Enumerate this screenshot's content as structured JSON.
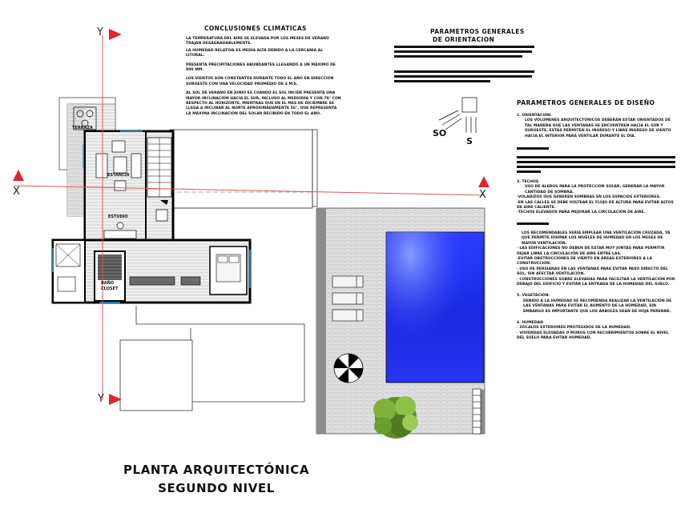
{
  "title": {
    "line1": "PLANTA ARQUITECTÓNICA",
    "line2": "SEGUNDO NIVEL"
  },
  "axes": {
    "y_top": "Y",
    "y_bottom": "Y",
    "x_left": "X",
    "x_right": "X"
  },
  "rooms": {
    "terraza": "TERRAZA",
    "estancia": "ESTANCIA",
    "estudio": "ESTUDIO",
    "closet": "CLOSET",
    "baño": "BAÑO"
  },
  "compass": {
    "so": "SO",
    "s": "S"
  },
  "climate": {
    "heading": "CONCLUSIONES CLIMÁTICAS",
    "p1": "LA TEMPERATURA DEL AIRE SE ELEVADA POR LOS MESES DE VERANO TRAJAN DESAGRADABLEMENTE.",
    "p2": "LA HUMEDAD RELATIVA ES MEDIA ALTA DEBIDO A LA CERCANIA AL LITORAL.",
    "p3": "PRESENTA PRECIPITACIONES ABUNDANTES LLEGANDO A UN MÁXIMO DE 900 MM.",
    "p4": "LOS VIENTOS SON CONSTANTES DURANTE TODO EL AÑO EN DIRECCIÓN SUROESTE CON UNA VELOCIDAD PROMEDIO DE 4 M/S.",
    "p5": "AL SOL DE VERANO EN JUNIO ES CUANDO EL SOL INCIDE PRESENTA UNA MAYOR INCLINACIÓN HACIA EL SUR, INCLUSO AL MEDIODÍA Y CON 79° CON RESPECTO AL HORIZONTE, MIENTRAS QUE EN EL MES DE DICIEMBRE SE LLEGA A INCLINAR AL NORTE APROXIMADAMENTE 56°, QUE REPRESENTA LA MÁXIMA INCLINACIÓN DEL SOLAR RECIBIDO EN TODO EL AÑO."
  },
  "orientation": {
    "heading1": "PARAMETROS GENERALES",
    "heading2": "DE ORIENTACION"
  },
  "design": {
    "heading": "PARAMETROS GENERALES DE DISEÑO",
    "s1_title": "1.    ORIENTACIÓN:",
    "s1_body": "LOS VOLÚMENES ARQUITECTÓNICOS DEBERÁN ESTAR ORIENTADOS DE TAL MANERA QUE LAS VENTANAS SE ENCUENTREN HACIA EL SUR Y SUROESTE, ESTAS PERMITEN EL INGRESO Y LIBRE INGRESO DE VIENTO HACIA EL INTERIOR PARA VENTILAR DURANTE EL DÍA.",
    "s3_title": "3.    TECHOS",
    "s3_body1": "USO DE ALEROS PARA LA PROTECCIÓN SOLAR, GENERAR LA MAYOR CANTIDAD DE SOMBRA.",
    "s3_body2": "·VOLADIZOS QUE GENEREN SOMBRAS EN LOS ESPACIOS EXTERIORES.",
    "s3_body3": "·EN LAS CALLES SE DEBE VOLTEAR EL FLUJO DE ALTURA PARA EVITAR ALTOS DE AIRE CALIENTE.",
    "s3_body4": "·TECHOS ELEVADOS PARA MEJORAR LA CIRCULACIÓN DE AIRE.",
    "s4_body1": "LOS RECOMENDABLES SERIA EMPLEAR UNA VENTILACIÓN CRUZADA, YA QUE PERMITE DISIPAR LOS NIVELES DE HUMEDAD EN LOS MESES DE MAYOR VENTILACIÓN.",
    "s4_body2": "·   LAS EDIFICACIONES NO DEBEN DE ESTAR MUY JUNTAS PARA PERMITIR DEJAR LIBRE LA CIRCULACIÓN DE AIRE ENTRE LAS.",
    "s4_body3": "·EVITAR OBSTRUCCIONES DE VIENTO EN ÁREAS EXTERIORES A LA CONSTRUCCIÓN.",
    "s4_body4": "·   USO DE PERSIANAS EN LAS VENTANAS PARA EVITAR PASO DIRECTO DEL SOL, SIN AFECTAR VENTILACIÓN.",
    "s4_body5": "·   CONSTRUCCIONES SOBRE ELEVADAS PARA FACILITAR LA VENTILACIÓN POR DEBAJO DEL EDIFICIO Y EVITAR LA ENTRADA DE LA HUMEDAD DEL SUELO.",
    "s5_title": "5.    VEGETACIÓN:",
    "s5_body": "DEBIDO A LA HUMEDAD SE RECOMIENDA REALIZAR LA VENTILACIÓN DE LAS VENTANAS PARA EVITAR EL AUMENTO DE LA HUMEDAD, SIN EMBARGO ES IMPORTANTE QUE LOS ÁRBOLES SEAN DE HOJA PERENNE.",
    "s6_title": "6.    HUMEDAD",
    "s6_body1": "·   ZÓCALOS EXTERIORES PROTEGIDOS DE LA HUMEDAD.",
    "s6_body2": "·   VIVIENDAS ELEVADAS O MUROS CON RECUBRIMIENTOS SOBRE EL NIVEL DEL SUELO PARA EVITAR HUMEDAD."
  }
}
